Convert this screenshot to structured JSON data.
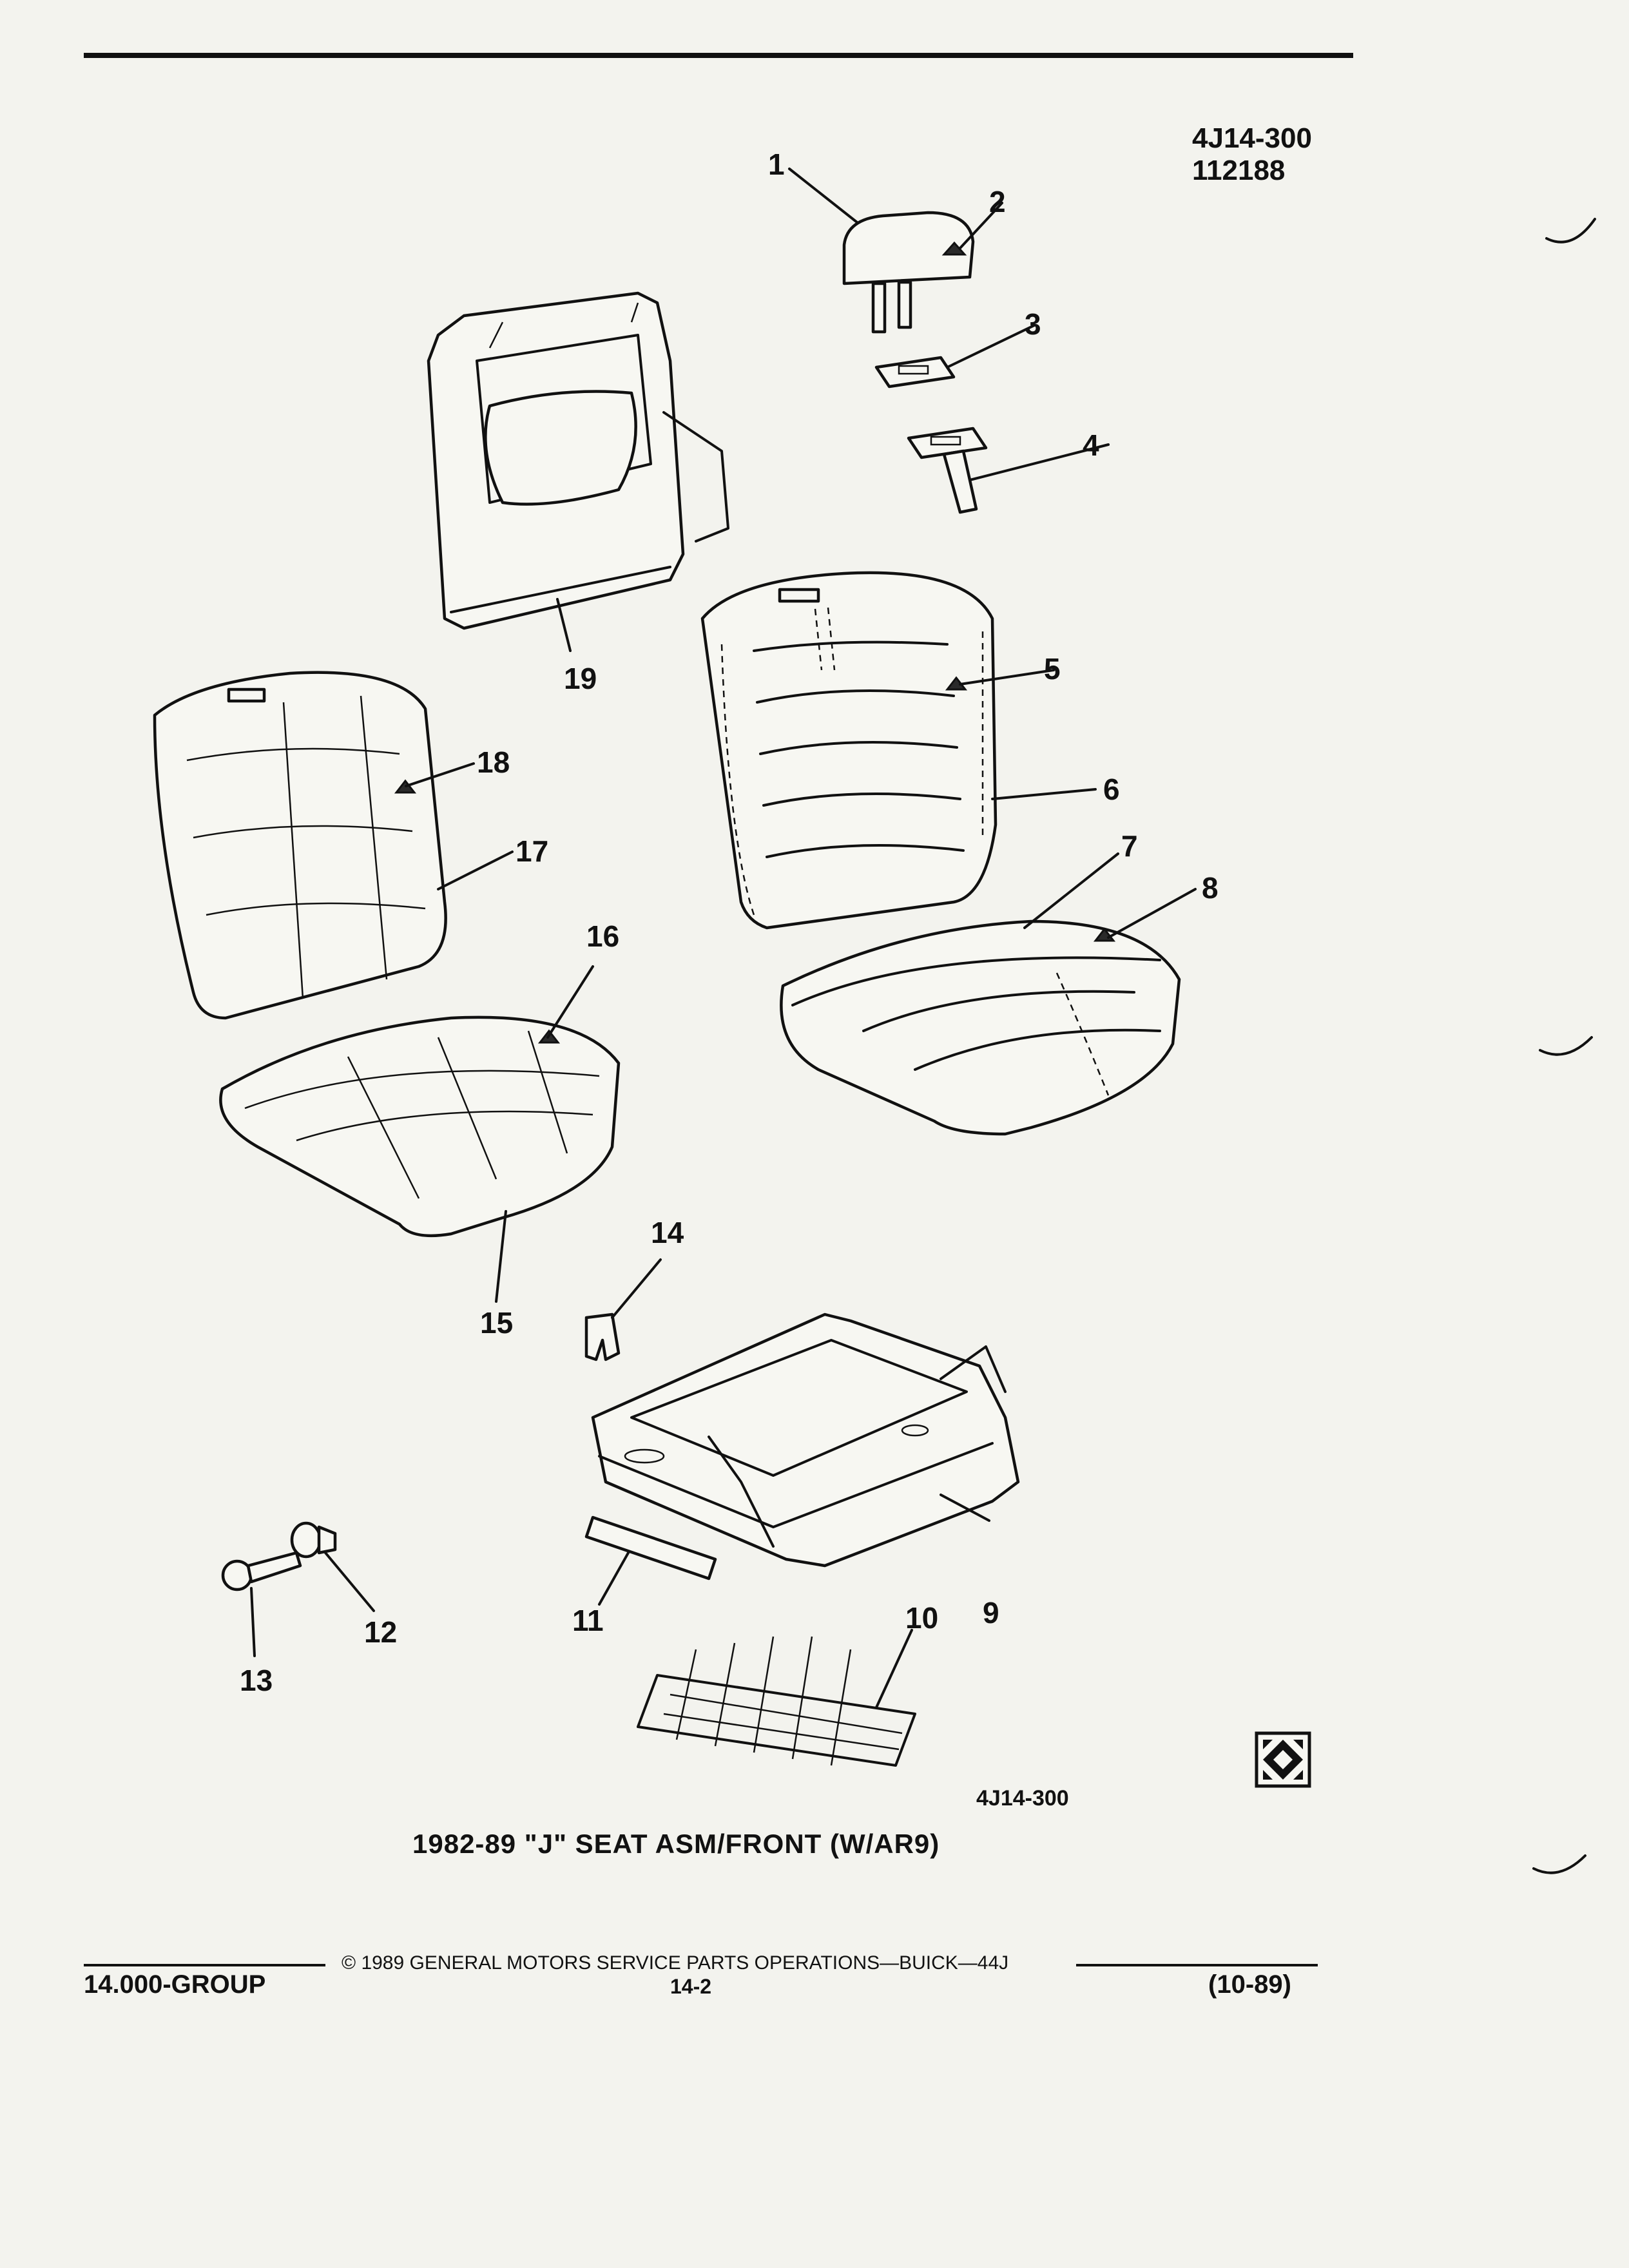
{
  "header": {
    "ref_line1": "4J14-300",
    "ref_line2": "112188"
  },
  "callouts": [
    {
      "n": "1"
    },
    {
      "n": "2"
    },
    {
      "n": "3"
    },
    {
      "n": "4"
    },
    {
      "n": "5"
    },
    {
      "n": "6"
    },
    {
      "n": "7"
    },
    {
      "n": "8"
    },
    {
      "n": "9"
    },
    {
      "n": "10"
    },
    {
      "n": "11"
    },
    {
      "n": "12"
    },
    {
      "n": "13"
    },
    {
      "n": "14"
    },
    {
      "n": "15"
    },
    {
      "n": "16"
    },
    {
      "n": "17"
    },
    {
      "n": "18"
    },
    {
      "n": "19"
    }
  ],
  "figure": {
    "id": "4J14-300",
    "caption": "1982-89 \"J\" SEAT ASM/FRONT (W/AR9)"
  },
  "footer": {
    "copyright": "© 1989 GENERAL MOTORS SERVICE PARTS OPERATIONS—BUICK—44J",
    "group": "14.000-GROUP",
    "page": "14-2",
    "date": "(10-89)"
  },
  "colors": {
    "ink": "#111111",
    "paper": "#f3f3ee"
  }
}
